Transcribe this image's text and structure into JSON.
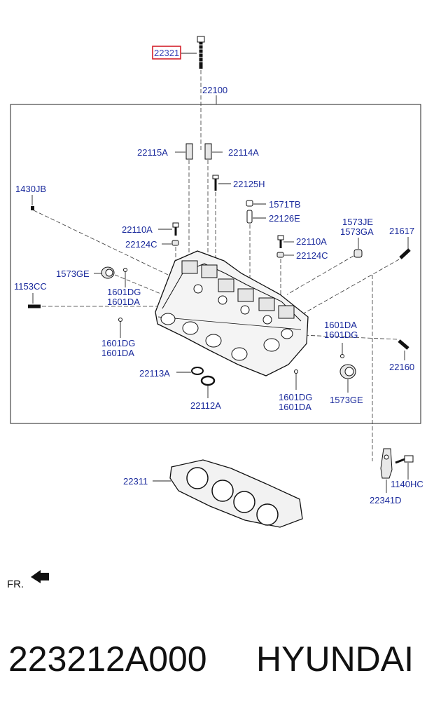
{
  "labels": {
    "p22321": "22321",
    "p22100": "22100",
    "p22115A": "22115A",
    "p22114A": "22114A",
    "p22125H": "22125H",
    "p1430JB": "1430JB",
    "p1571TB": "1571TB",
    "p22126E": "22126E",
    "p22110A_l": "22110A",
    "p1573JE": "1573JE",
    "p1573GA": "1573GA",
    "p21617": "21617",
    "p22124C_l": "22124C",
    "p22110A_r": "22110A",
    "p22124C_r": "22124C",
    "p1573GE_l": "1573GE",
    "p1153CC": "1153CC",
    "p1601DG_a": "1601DG",
    "p1601DA_a": "1601DA",
    "p1601DA_b": "1601DA",
    "p1601DG_b": "1601DG",
    "p1601DG_c": "1601DG",
    "p1601DA_c": "1601DA",
    "p22160": "22160",
    "p22113A": "22113A",
    "p22112A": "22112A",
    "p1601DG_d": "1601DG",
    "p1601DA_d": "1601DA",
    "p1573GE_r": "1573GE",
    "p1140HC": "1140HC",
    "p22311": "22311",
    "p22341D": "22341D"
  },
  "direction_label": "FR.",
  "footer": {
    "part_number": "223212A000",
    "brand": "HYUNDAI"
  },
  "colors": {
    "label": "#1a2a9c",
    "highlight_box": "#d4202a"
  }
}
